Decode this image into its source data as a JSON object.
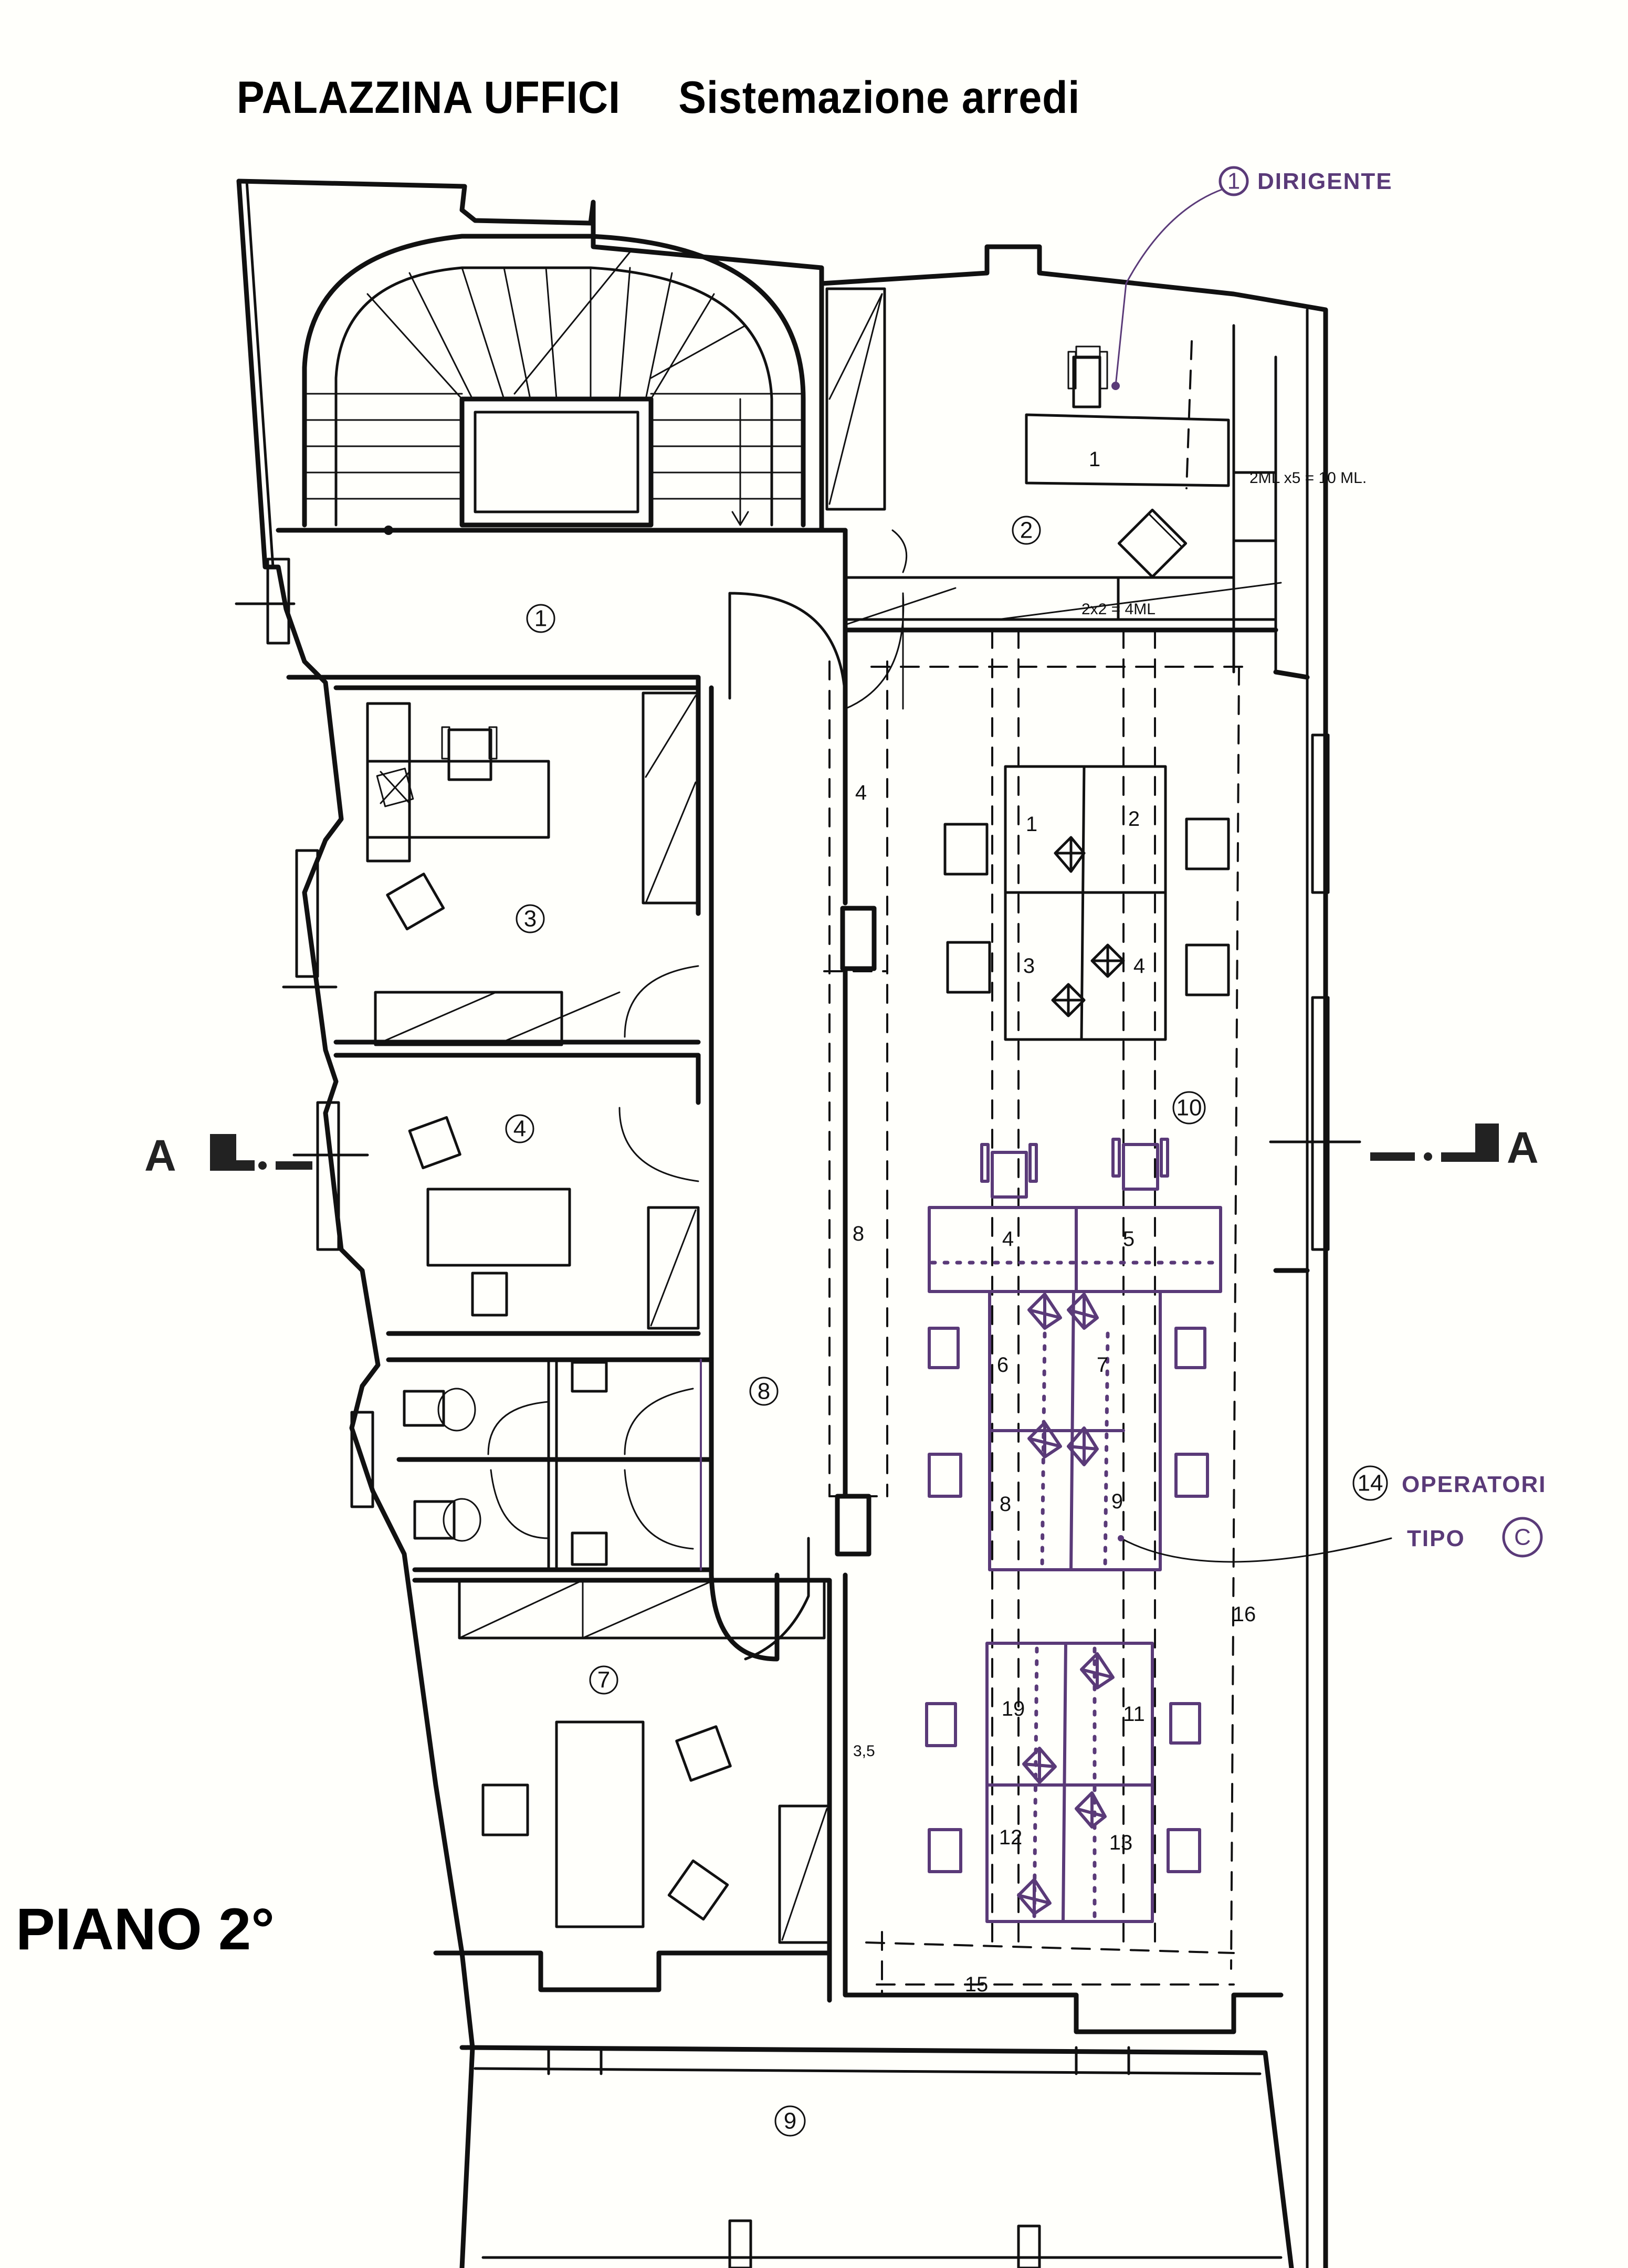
{
  "header": {
    "building": "PALAZZINA UFFICI",
    "subtitle": "Sistemazione arredi"
  },
  "floor_label": "PIANO 2°",
  "section_markers": {
    "left": "A",
    "right": "A"
  },
  "rooms": [
    {
      "id": "1",
      "label": "1"
    },
    {
      "id": "2",
      "label": "2"
    },
    {
      "id": "3",
      "label": "3"
    },
    {
      "id": "4",
      "label": "4"
    },
    {
      "id": "7",
      "label": "7"
    },
    {
      "id": "8",
      "label": "8"
    },
    {
      "id": "9",
      "label": "9"
    },
    {
      "id": "10",
      "label": "10"
    }
  ],
  "annotations": {
    "dirigente": {
      "count": "1",
      "text": "DIRIGENTE"
    },
    "operatori": {
      "count": "14",
      "text": "OPERATORI",
      "tipo": "TIPO",
      "tipo_code": "C"
    },
    "shelf_long": "2ML x5 = 10 ML.",
    "shelf_short": "2x2 = 4ML",
    "manager_desk": "1"
  },
  "desks": {
    "block_a": [
      "1",
      "2",
      "3",
      "4"
    ],
    "block_b": [
      "4",
      "5"
    ],
    "block_c": [
      "6",
      "7",
      "8",
      "9"
    ],
    "block_d": [
      "19",
      "11",
      "12",
      "13"
    ]
  },
  "dimensions": {
    "corridor_top": "4",
    "corridor_mid": "8",
    "corridor_right": "16",
    "bottom_span": "15",
    "height_label": "3,5"
  },
  "colors": {
    "ink": "#111111",
    "purple_marker": "#5a3a78",
    "paper": "#fffffb"
  }
}
